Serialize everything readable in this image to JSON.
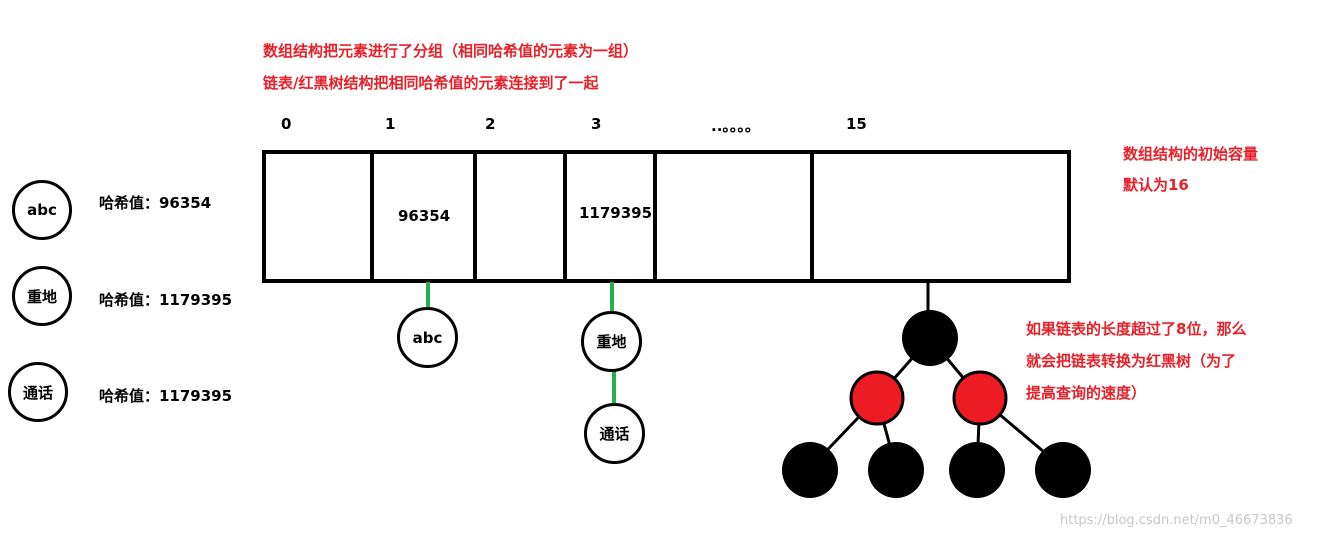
{
  "notes": {
    "line1": "数组结构把元素进行了分组（相同哈希值的元素为一组）",
    "line2": "链表/红黑树结构把相同哈希值的元素连接到了一起",
    "capacity_line1": "数组结构的初始容量",
    "capacity_line2": "默认为16",
    "tree_line1": "如果链表的长度超过了8位，那么",
    "tree_line2": "就会把链表转换为红黑树（为了",
    "tree_line3": "提高查询的速度）"
  },
  "indices": [
    "0",
    "1",
    "2",
    "3",
    "..。。。。",
    "15"
  ],
  "array_cells": [
    "",
    "96354",
    "",
    "1179395",
    "",
    ""
  ],
  "elements": [
    {
      "name": "abc",
      "hash_label": "哈希值：96354"
    },
    {
      "name": "重地",
      "hash_label": "哈希值：1179395"
    },
    {
      "name": "通话",
      "hash_label": "哈希值：1179395"
    }
  ],
  "chain_nodes": {
    "bucket1": [
      "abc"
    ],
    "bucket3": [
      "重地",
      "通话"
    ]
  },
  "colors": {
    "red_text": "#e8202a",
    "link_green": "#22b14c",
    "tree_red": "#ed1c24",
    "tree_black": "#000000"
  },
  "watermark": "https://blog.csdn.net/m0_46673836"
}
